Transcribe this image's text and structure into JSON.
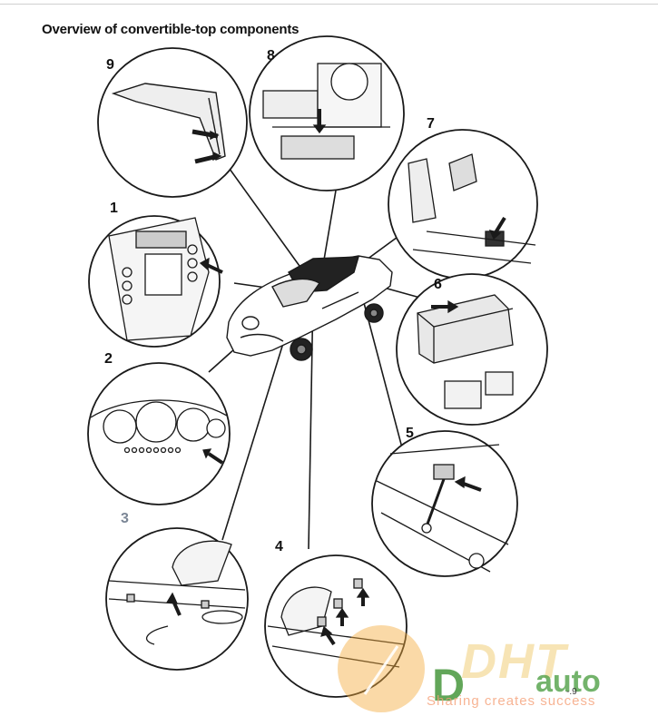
{
  "page": {
    "title": "Overview of convertible-top components",
    "page_ref": "-.9"
  },
  "callouts": {
    "n1": "1",
    "n2": "2",
    "n3": "3",
    "n4": "4",
    "n5": "5",
    "n6": "6",
    "n7": "7",
    "n8": "8",
    "n9": "9"
  },
  "watermark": {
    "brand": "DHT",
    "logo_d": "D",
    "logo_auto": "auto",
    "tagline": "Sharing creates success"
  },
  "colors": {
    "line": "#1a1a1a",
    "watermark_orange": "#f0a030",
    "watermark_green": "#3a9a3a"
  }
}
